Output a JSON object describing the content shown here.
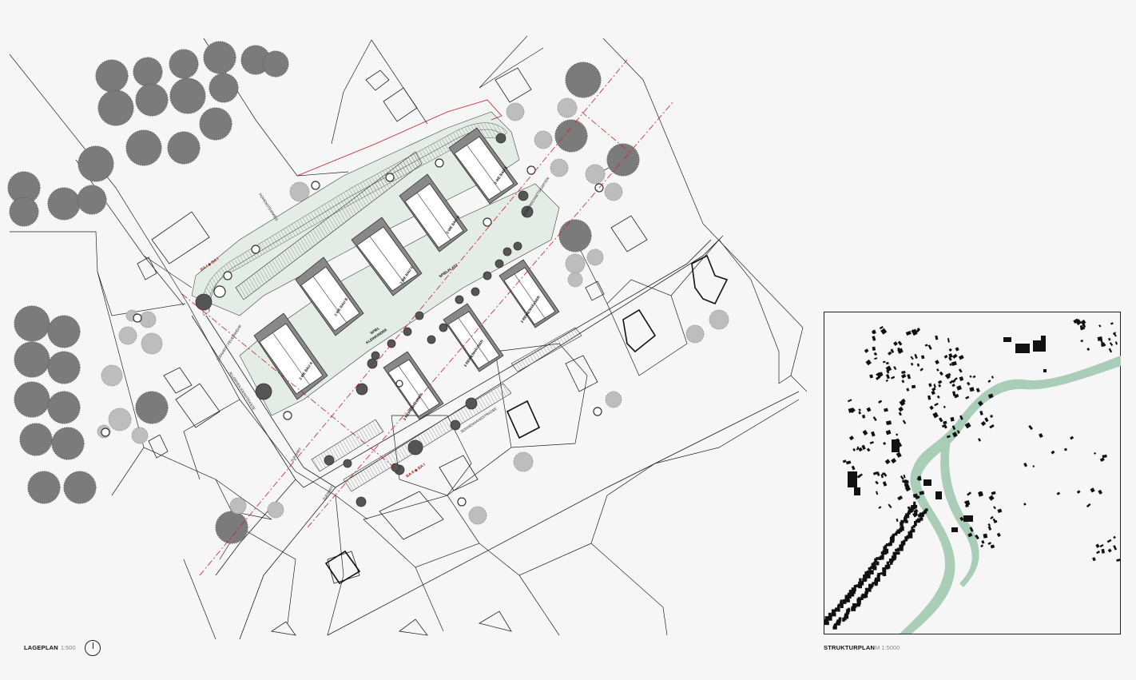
{
  "captions": {
    "lageplan_title": "LAGEPLAN",
    "lageplan_scale": "1:500",
    "strukturplan_title": "STRUKTURPLAN",
    "strukturplan_scale": "M 1:5000"
  },
  "labels": {
    "building_a": "3 WE BAU A",
    "building_b": "3 WE BAU B",
    "building_c": "3 WE BAU C",
    "building_d": "3 WE BAU D",
    "building_e": "3 WE BAU E",
    "row_house_1": "3 REIHENHÄUSER",
    "row_house_2": "3 REIHENHÄUSER",
    "row_house_3": "3 REIHENHÄUSER",
    "spielplatz": "SPIELPLATZ",
    "spielplatz_2": "SPIEL",
    "kleinkinder": "KLEINKINDER",
    "street_1": "ALLERHEILIGENSTRASSE",
    "street_2": "SONNENHANGSTRASSE",
    "street_3": "HOHENSTEINWEG",
    "gemeinschaftsgarten": "GEMEINSCHAFTSGARTEN",
    "zufahrt_1": "ZUFAHRT",
    "zufahrt_2": "ZUFAHRT",
    "zufahrt_3": "ZUFAHRT / FEUERWEHR",
    "bauabschnitt_1": "BA I ◆ BA I",
    "bauabschnitt_2": "BA II ◆ BA I"
  },
  "colors": {
    "background": "#f6f6f6",
    "green_area": "#dfe9e1",
    "river": "#a9cdb7",
    "tree_dark": "#7a7a7a",
    "tree_light": "#b5b5b5",
    "construction_line": "#cc2222",
    "roof": "#ffffff",
    "building_black": "#111111"
  }
}
